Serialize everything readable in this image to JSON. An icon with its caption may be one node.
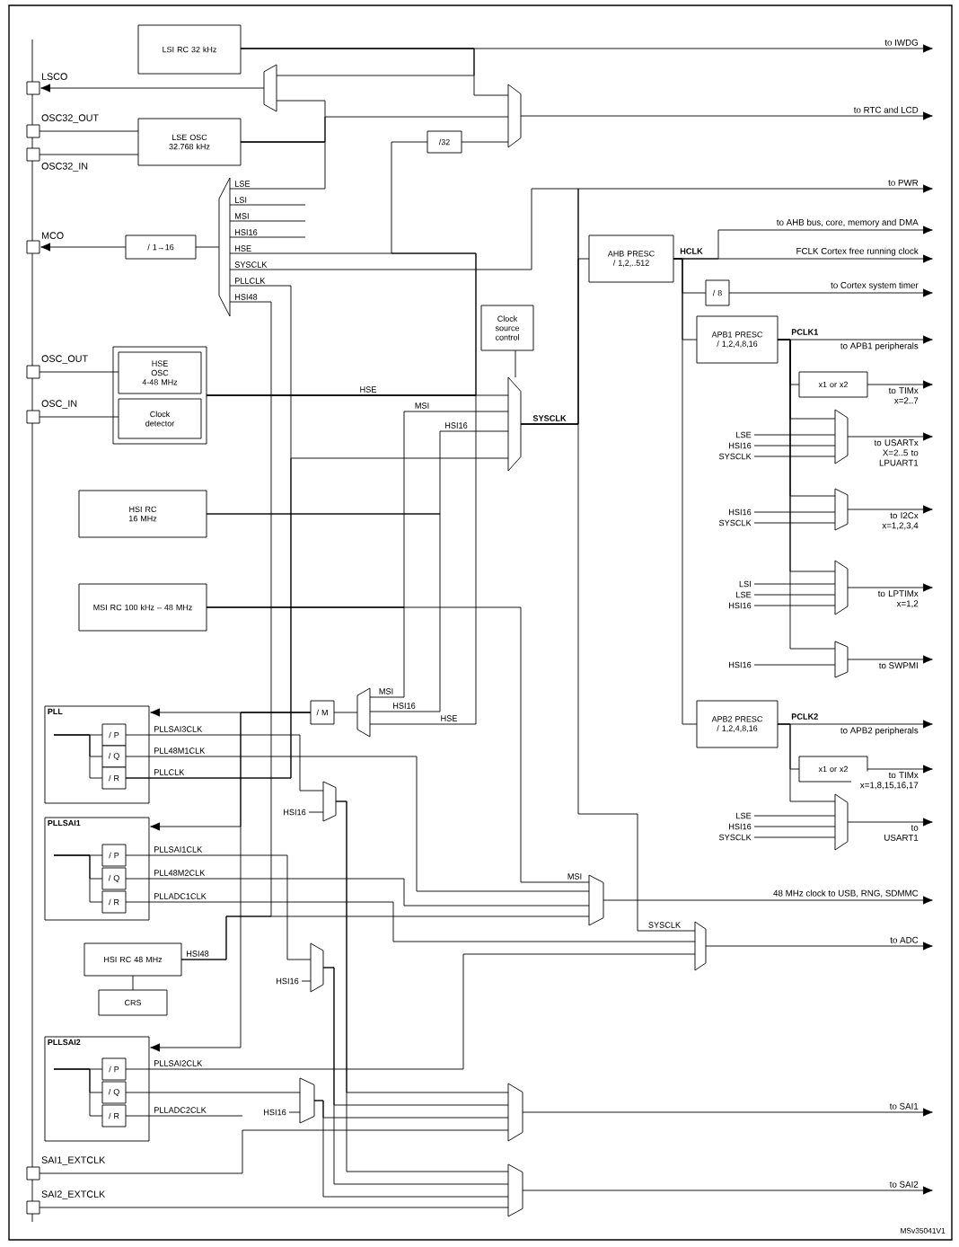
{
  "diagram": {
    "nodes": [
      {
        "text": [
          "LSI RC 32 kHz"
        ]
      },
      {
        "text": [
          "LSE OSC 32.768 kHz"
        ]
      },
      {
        "text": [],
        "shape": "box"
      },
      {
        "text": [
          "HSE OSC 4-48 MHz"
        ],
        "in": 2
      },
      {
        "text": [
          "Clock detector"
        ],
        "in": 2
      },
      {
        "text": [
          "HSI RC 16 MHz"
        ]
      },
      {
        "text": [
          "MSI RC 100 kHz – 48 MHz"
        ]
      },
      {
        "text": [
          "PLL"
        ]
      },
      {
        "text": [
          "/ P"
        ],
        "in": 7
      },
      {
        "text": [
          "/ Q"
        ],
        "in": 7
      },
      {
        "text": [
          "/ R"
        ],
        "in": 7
      },
      {
        "text": [
          "PLLSAI1"
        ]
      },
      {
        "text": [
          "/ P"
        ],
        "in": 11
      },
      {
        "text": [
          "/ Q"
        ],
        "in": 11
      },
      {
        "text": [
          "/ R"
        ],
        "in": 11
      },
      {
        "text": [
          "HSI RC 48 MHz"
        ]
      },
      {
        "text": [
          "CRS"
        ]
      },
      {
        "text": [
          "PLLSAI2"
        ]
      },
      {
        "text": [
          "/ P"
        ],
        "in": 17
      },
      {
        "text": [
          "/ Q"
        ],
        "in": 17
      },
      {
        "text": [
          "/ R"
        ],
        "in": 17
      },
      {
        "text": [
          "Clock source control"
        ]
      },
      {
        "text": [
          "AHB PRESC / 1,2,..512"
        ]
      },
      {
        "text": [
          "/ 8"
        ]
      },
      {
        "text": [
          "APB1 PRESC / 1,2,4,8,16"
        ]
      },
      {
        "text": [
          "x1 or x2"
        ]
      },
      {
        "text": [
          "APB2 PRESC / 1,2,4,8,16"
        ]
      },
      {
        "text": [
          "x1 or x2"
        ]
      },
      {
        "text": [
          "/ 1→16"
        ]
      },
      {
        "text": [
          "/32"
        ]
      },
      {
        "text": [
          "/ M"
        ]
      },
      {
        "text": [],
        "shape": "box",
        "beside": [
          "LSCO"
        ]
      },
      {
        "text": [],
        "shape": "box",
        "beside": [
          "OSC32_OUT"
        ]
      },
      {
        "text": [],
        "shape": "box",
        "beside": [
          "OSC32_IN"
        ]
      },
      {
        "text": [],
        "shape": "box",
        "beside": [
          "MCO"
        ]
      },
      {
        "text": [],
        "shape": "box",
        "beside": [
          "OSC_OUT"
        ]
      },
      {
        "text": [],
        "shape": "box",
        "beside": [
          "OSC_IN"
        ]
      },
      {
        "text": [],
        "shape": "box",
        "beside": [
          "SAI1_EXTCLK"
        ]
      },
      {
        "text": [],
        "shape": "box",
        "beside": [
          "SAI2_EXTCLK"
        ]
      },
      {
        "text": [],
        "shape": "trapezoid"
      },
      {
        "text": [],
        "shape": "trapezoid"
      },
      {
        "text": [],
        "shape": "trapezoid"
      },
      {
        "text": [],
        "shape": "trapezoid"
      },
      {
        "text": [],
        "shape": "trapezoid"
      },
      {
        "text": [],
        "shape": "trapezoid"
      },
      {
        "text": [],
        "shape": "trapezoid"
      },
      {
        "text": [],
        "shape": "trapezoid"
      },
      {
        "text": [],
        "shape": "trapezoid"
      },
      {
        "text": [],
        "shape": "trapezoid"
      },
      {
        "text": [],
        "shape": "trapezoid"
      },
      {
        "text": [],
        "shape": "trapezoid"
      },
      {
        "text": [],
        "shape": "trapezoid"
      },
      {
        "text": [],
        "shape": "trapezoid"
      },
      {
        "text": [],
        "shape": "trapezoid"
      },
      {
        "text": [],
        "shape": "trapezoid"
      },
      {
        "text": [],
        "shape": "trapezoid"
      }
    ],
    "edges": [
      {
        "from": 0,
        "to": null,
        "arrow": "to",
        "label": "to IWDG"
      },
      {
        "from": 0,
        "to": 39,
        "arrow": "none"
      },
      {
        "from": 0,
        "to": 40,
        "arrow": "none"
      },
      {
        "from": 1,
        "to": 39,
        "arrow": "none"
      },
      {
        "from": 1,
        "to": 40,
        "arrow": "none"
      },
      {
        "from": 1,
        "to": 41,
        "arrow": "none",
        "label": "LSE"
      },
      {
        "from": null,
        "to": 41,
        "arrow": "none",
        "label": "LSI"
      },
      {
        "from": null,
        "to": 41,
        "arrow": "none",
        "label": "MSI"
      },
      {
        "from": null,
        "to": 41,
        "arrow": "none",
        "label": "HSI16"
      },
      {
        "from": 2,
        "to": 41,
        "arrow": "none",
        "label": "HSE"
      },
      {
        "from": 42,
        "to": 41,
        "arrow": "none",
        "label": "SYSCLK"
      },
      {
        "from": 10,
        "to": 41,
        "arrow": "none",
        "label": "PLLCLK"
      },
      {
        "from": 15,
        "to": 41,
        "arrow": "none",
        "label": "HSI48"
      },
      {
        "from": 41,
        "to": 28,
        "arrow": "none"
      },
      {
        "from": 28,
        "to": 34,
        "arrow": "to"
      },
      {
        "from": 39,
        "to": 31,
        "arrow": "to"
      },
      {
        "from": 32,
        "to": 1,
        "arrow": "none"
      },
      {
        "from": 33,
        "to": 1,
        "arrow": "none"
      },
      {
        "from": 35,
        "to": 3,
        "arrow": "none"
      },
      {
        "from": 36,
        "to": 4,
        "arrow": "none"
      },
      {
        "from": 2,
        "to": 29,
        "arrow": "none"
      },
      {
        "from": 29,
        "to": 40,
        "arrow": "none"
      },
      {
        "from": 40,
        "to": null,
        "arrow": "to",
        "label": "to RTC and LCD"
      },
      {
        "from": 2,
        "to": 42,
        "arrow": "none",
        "label": "HSE"
      },
      {
        "from": 6,
        "to": 42,
        "arrow": "none",
        "label": "MSI"
      },
      {
        "from": 5,
        "to": 42,
        "arrow": "none",
        "label": "HSI16"
      },
      {
        "from": 10,
        "to": 42,
        "arrow": "none",
        "label": "PLLCLK"
      },
      {
        "from": 21,
        "to": 42,
        "arrow": "none"
      },
      {
        "from": 42,
        "to": 22,
        "arrow": "none",
        "label": "SYSCLK"
      },
      {
        "from": 42,
        "to": null,
        "arrow": "to",
        "label": "to PWR"
      },
      {
        "from": 22,
        "to": null,
        "arrow": "to",
        "label": "to AHB bus, core, memory and DMA"
      },
      {
        "from": 22,
        "to": null,
        "arrow": "to",
        "label": "FCLK Cortex free running clock"
      },
      {
        "from": 22,
        "to": 23,
        "arrow": "none"
      },
      {
        "from": 23,
        "to": null,
        "arrow": "to",
        "label": "to Cortex system timer"
      },
      {
        "from": 22,
        "to": 24,
        "arrow": "none"
      },
      {
        "from": 22,
        "to": 26,
        "arrow": "none"
      },
      {
        "from": 24,
        "to": null,
        "arrow": "to",
        "label": "to APB1 peripherals"
      },
      {
        "from": 24,
        "to": 25,
        "arrow": "none"
      },
      {
        "from": 25,
        "to": null,
        "arrow": "to",
        "label": "to TIMx x=2..7"
      },
      {
        "from": 24,
        "to": 47,
        "arrow": "none"
      },
      {
        "from": 24,
        "to": 48,
        "arrow": "none"
      },
      {
        "from": 24,
        "to": 49,
        "arrow": "none"
      },
      {
        "from": 24,
        "to": 50,
        "arrow": "none"
      },
      {
        "from": null,
        "to": 47,
        "arrow": "none",
        "label": "LSE"
      },
      {
        "from": null,
        "to": 47,
        "arrow": "none",
        "label": "HSI16"
      },
      {
        "from": null,
        "to": 47,
        "arrow": "none",
        "label": "SYSCLK"
      },
      {
        "from": 47,
        "to": null,
        "arrow": "to",
        "label": "to USARTx X=2..5 to LPUART1"
      },
      {
        "from": null,
        "to": 48,
        "arrow": "none",
        "label": "HSI16"
      },
      {
        "from": null,
        "to": 48,
        "arrow": "none",
        "label": "SYSCLK"
      },
      {
        "from": 48,
        "to": null,
        "arrow": "to",
        "label": "to I2Cx x=1,2,3,4"
      },
      {
        "from": null,
        "to": 49,
        "arrow": "none",
        "label": "LSI"
      },
      {
        "from": null,
        "to": 49,
        "arrow": "none",
        "label": "LSE"
      },
      {
        "from": null,
        "to": 49,
        "arrow": "none",
        "label": "HSI16"
      },
      {
        "from": 49,
        "to": null,
        "arrow": "to",
        "label": "to LPTIMx x=1,2"
      },
      {
        "from": null,
        "to": 50,
        "arrow": "none",
        "label": "HSI16"
      },
      {
        "from": 50,
        "to": null,
        "arrow": "to",
        "label": "to SWPMI"
      },
      {
        "from": 26,
        "to": null,
        "arrow": "to",
        "label": "to APB2 peripherals"
      },
      {
        "from": 26,
        "to": 27,
        "arrow": "none"
      },
      {
        "from": 27,
        "to": null,
        "arrow": "to",
        "label": "to TIMx x=1,8,15,16,17"
      },
      {
        "from": 26,
        "to": 51,
        "arrow": "none"
      },
      {
        "from": null,
        "to": 51,
        "arrow": "none",
        "label": "LSE"
      },
      {
        "from": null,
        "to": 51,
        "arrow": "none",
        "label": "HSI16"
      },
      {
        "from": null,
        "to": 51,
        "arrow": "none",
        "label": "SYSCLK"
      },
      {
        "from": 51,
        "to": null,
        "arrow": "to",
        "label": "to USART1"
      },
      {
        "from": 43,
        "to": 30,
        "arrow": "none"
      },
      {
        "from": 30,
        "to": 7,
        "arrow": "to"
      },
      {
        "from": 30,
        "to": 11,
        "arrow": "to"
      },
      {
        "from": 30,
        "to": 17,
        "arrow": "to"
      },
      {
        "from": 6,
        "to": 43,
        "arrow": "none",
        "label": "MSI"
      },
      {
        "from": 5,
        "to": 43,
        "arrow": "none",
        "label": "HSI16"
      },
      {
        "from": 2,
        "to": 43,
        "arrow": "none",
        "label": "HSE"
      },
      {
        "from": 8,
        "to": 44,
        "arrow": "none",
        "label": "PLLSAI3CLK"
      },
      {
        "from": null,
        "to": 44,
        "arrow": "none",
        "label": "HSI16"
      },
      {
        "from": 9,
        "to": 52,
        "arrow": "none",
        "label": "PLL48M1CLK"
      },
      {
        "from": 12,
        "to": 45,
        "arrow": "none",
        "label": "PLLSAI1CLK"
      },
      {
        "from": null,
        "to": 45,
        "arrow": "none",
        "label": "HSI16"
      },
      {
        "from": 13,
        "to": 52,
        "arrow": "none",
        "label": "PLL48M2CLK"
      },
      {
        "from": 14,
        "to": 53,
        "arrow": "none",
        "label": "PLLADC1CLK"
      },
      {
        "from": 15,
        "to": 52,
        "arrow": "none",
        "label": "HSI48"
      },
      {
        "from": 6,
        "to": 52,
        "arrow": "none",
        "label": "MSI"
      },
      {
        "from": 52,
        "to": null,
        "arrow": "to",
        "label": "48 MHz clock to USB, RNG, SDMMC"
      },
      {
        "from": 42,
        "to": 53,
        "arrow": "none",
        "label": "SYSCLK"
      },
      {
        "from": 18,
        "to": 53,
        "arrow": "none",
        "label": "PLLSAI2CLK"
      },
      {
        "from": 53,
        "to": null,
        "arrow": "to",
        "label": "to ADC"
      },
      {
        "from": 15,
        "to": 16,
        "arrow": "none"
      },
      {
        "from": 19,
        "to": 46,
        "arrow": "none"
      },
      {
        "from": null,
        "to": 46,
        "arrow": "none",
        "label": "HSI16"
      },
      {
        "from": 20,
        "to": null,
        "arrow": "none",
        "label": "PLLADC2CLK"
      },
      {
        "from": 44,
        "to": 54,
        "arrow": "none"
      },
      {
        "from": 44,
        "to": 55,
        "arrow": "none"
      },
      {
        "from": 45,
        "to": 54,
        "arrow": "none"
      },
      {
        "from": 45,
        "to": 55,
        "arrow": "none"
      },
      {
        "from": 46,
        "to": 54,
        "arrow": "none"
      },
      {
        "from": 46,
        "to": 55,
        "arrow": "none"
      },
      {
        "from": 37,
        "to": 54,
        "arrow": "none"
      },
      {
        "from": 38,
        "to": 55,
        "arrow": "none"
      },
      {
        "from": 54,
        "to": null,
        "arrow": "to",
        "label": "to SAI1"
      },
      {
        "from": 55,
        "to": null,
        "arrow": "to",
        "label": "to SAI2"
      },
      {
        "from": null,
        "to": 8,
        "arrow": "none"
      },
      {
        "from": null,
        "to": 9,
        "arrow": "none"
      },
      {
        "from": null,
        "to": 10,
        "arrow": "none"
      },
      {
        "from": null,
        "to": 12,
        "arrow": "none"
      },
      {
        "from": null,
        "to": 13,
        "arrow": "none"
      },
      {
        "from": null,
        "to": 14,
        "arrow": "none"
      },
      {
        "from": null,
        "to": 18,
        "arrow": "none"
      },
      {
        "from": null,
        "to": 19,
        "arrow": "none"
      },
      {
        "from": null,
        "to": 20,
        "arrow": "none"
      }
    ],
    "labels": [
      "HCLK",
      "PCLK1",
      "PCLK2",
      "MSv35041V1"
    ]
  }
}
